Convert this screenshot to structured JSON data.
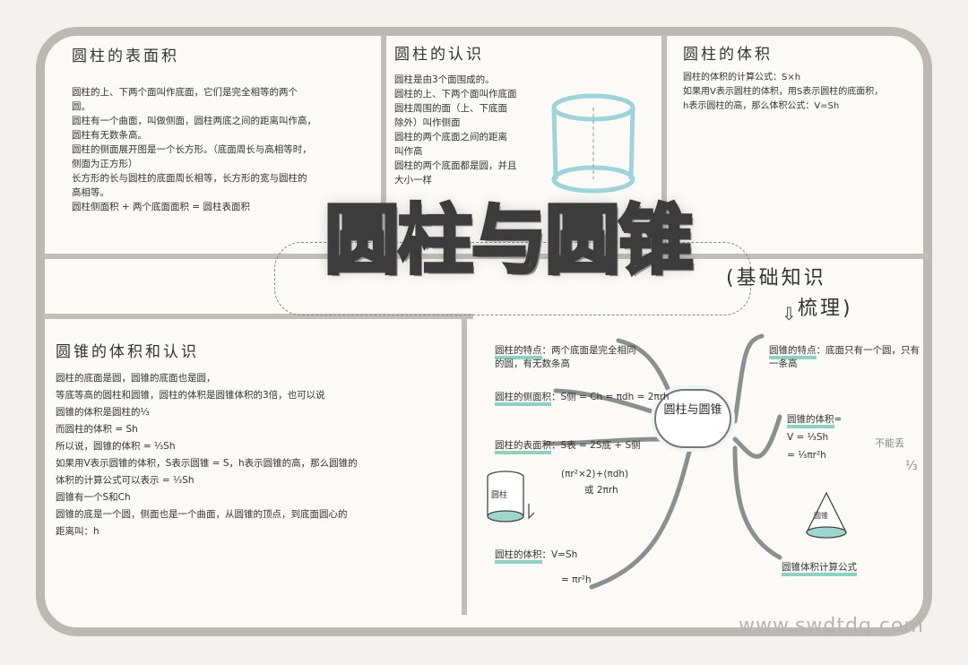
{
  "main_title": "圆柱与圆锥",
  "subtitle": {
    "line1": "(基础知识",
    "line2": "梳理)"
  },
  "surface_area": {
    "title": "圆柱的表面积",
    "text": "圆柱的上、下两个面叫作底面，它们是完全相等的两个\n圆。\n圆柱有一个曲面，叫做侧面，圆柱两底之间的距离叫作高，\n圆柱有无数条高。\n圆柱的侧面展开图是一个长方形。（底面周长与高相等时，\n侧面为正方形）\n长方形的长与圆柱的底面周长相等，长方形的宽与圆柱的\n高相等。\n圆柱侧面积 + 两个底面面积 = 圆柱表面积"
  },
  "know_cylinder": {
    "title": "圆柱的认识",
    "text": "圆柱是由3个面围成的。\n圆柱的上、下两个面叫作底面\n圆柱周围的面（上、下底面\n除外）叫作侧面\n圆柱的两个底面之间的距离\n叫作高\n圆柱的两个底面都是圆，并且\n大小一样"
  },
  "cyl_volume": {
    "title": "圆柱的体积",
    "text": "圆柱的体积的计算公式：S×h\n如果用V表示圆柱的体积，用S表示圆柱的底面积，\nh表示圆柱的高，那么体积公式：V=Sh"
  },
  "cone": {
    "title": "圆锥的体积和认识",
    "text": "圆柱的底面是圆，圆锥的底面也是圆，\n等底等高的圆柱和圆锥，圆柱的体积是圆锥体积的3倍，也可以说\n圆锥的体积是圆柱的⅓\n而圆柱的体积 = Sh\n所以说，圆锥的体积 = ⅓Sh\n如果用V表示圆锥的体积，S表示圆锥 = S，h表示圆锥的高，那么圆锥的\n体积的计算公式可以表示 = ⅓Sh\n圆锥有一个S和Ch\n圆锥的底是一个圆，侧面也是一个曲面，从圆锥的顶点，到底面圆心的\n距离叫：h"
  },
  "mindmap": {
    "center": "圆柱与圆锥",
    "left": [
      {
        "label": "圆柱的特点",
        "text": "：两个底面是完全相同的圆，有无数条高"
      },
      {
        "label": "圆柱的侧面积",
        "text": "：S侧 = Ch = πdh = 2πrh"
      },
      {
        "label": "圆柱的表面积",
        "text": "：S表 = 2S底 + S侧"
      },
      {
        "label": "圆柱的体积",
        "text": "：V=Sh"
      }
    ],
    "surface_formula": "(πr²×2)+(πdh)",
    "surface_formula2": "或 2πrh",
    "volume_formula": "= πr²h",
    "cyl_label": "圆柱",
    "right": [
      {
        "label": "圆锥的特点",
        "text": "：底面只有一个圆，只有一条高"
      },
      {
        "label": "圆锥的体积",
        "text": "=\nV = ⅓Sh\n= ⅓πr²h"
      },
      {
        "label": "圆锥体积计算公式",
        "text": ""
      }
    ],
    "side_note": "不能丢",
    "side_frac": "⅓",
    "cone_label": "圆锥"
  },
  "watermark": "www.swdtdq.com"
}
